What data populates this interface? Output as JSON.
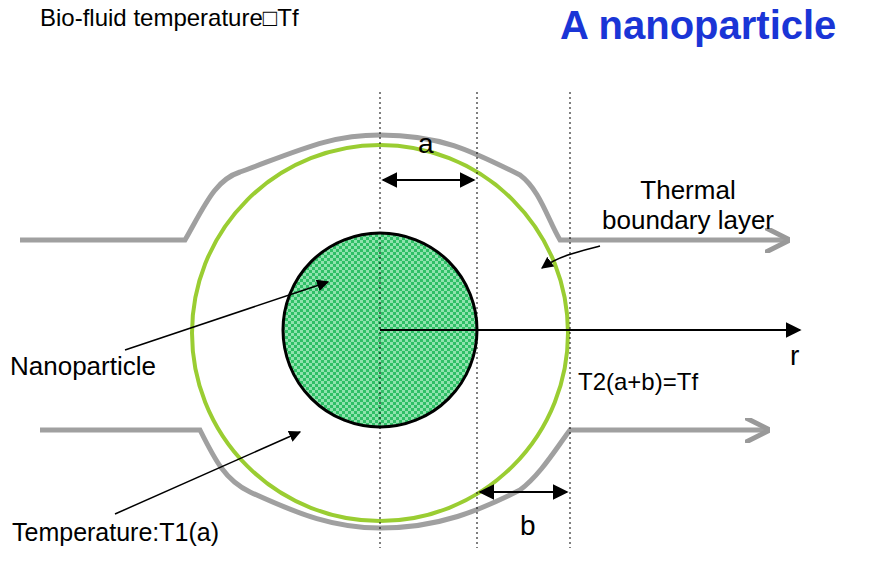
{
  "diagram": {
    "title": "A nanoparticle",
    "labels": [
      "Bio-fluid temperature□Tf",
      "a",
      "Thermal boundary layer",
      "r",
      "Nanoparticle",
      "T2(a+b)=Tf",
      "Temperature:T1(a)",
      "b"
    ]
  }
}
